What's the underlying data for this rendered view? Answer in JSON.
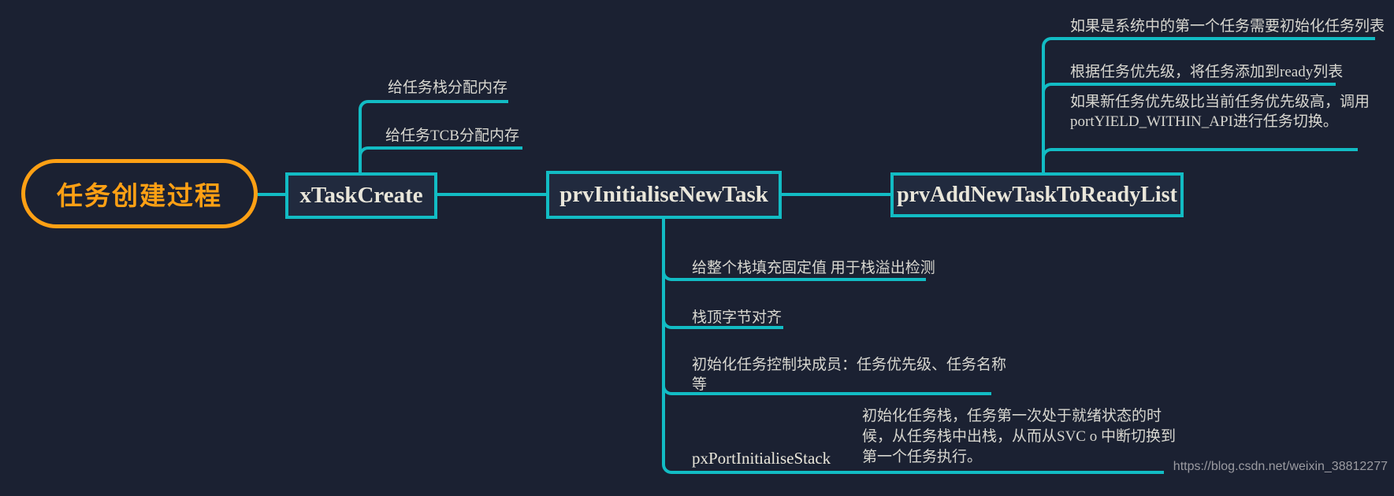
{
  "root": {
    "label": "任务创建过程"
  },
  "nodes": {
    "xtaskcreate": {
      "label": "xTaskCreate"
    },
    "prvinitialisenewtask": {
      "label": "prvInitialiseNewTask"
    },
    "prvaddnewtasktoreadylist": {
      "label": "prvAddNewTaskToReadyList"
    },
    "pxportinitialisestack": {
      "label": "pxPortInitialiseStack"
    }
  },
  "branches": {
    "alloc_stack": "给任务栈分配内存",
    "alloc_tcb": "给任务TCB分配内存",
    "fill_stack": "给整个栈填充固定值 用于栈溢出检测",
    "align_top": "栈顶字节对齐",
    "init_tcb_members": "初始化任务控制块成员：任务优先级、任务名称\n等",
    "pxport_note": "初始化任务栈，任务第一次处于就绪状态的时\n候，从任务栈中出栈，从而从SVC o 中断切换到\n第一个任务执行。",
    "first_task": "如果是系统中的第一个任务需要初始化任务列表",
    "add_ready": "根据任务优先级，将任务添加到ready列表",
    "yield_switch": "如果新任务优先级比当前任务优先级高，调用\nportYIELD_WITHIN_API进行任务切换。"
  },
  "colors": {
    "background": "#1b2132",
    "line_teal": "#12bcc4",
    "root_orange": "#ffa014",
    "node_text": "#e9e6da",
    "label_text": "#d8d7d0"
  },
  "watermark": {
    "url_text": "https://blog.csdn.net/weixin_38812277"
  }
}
